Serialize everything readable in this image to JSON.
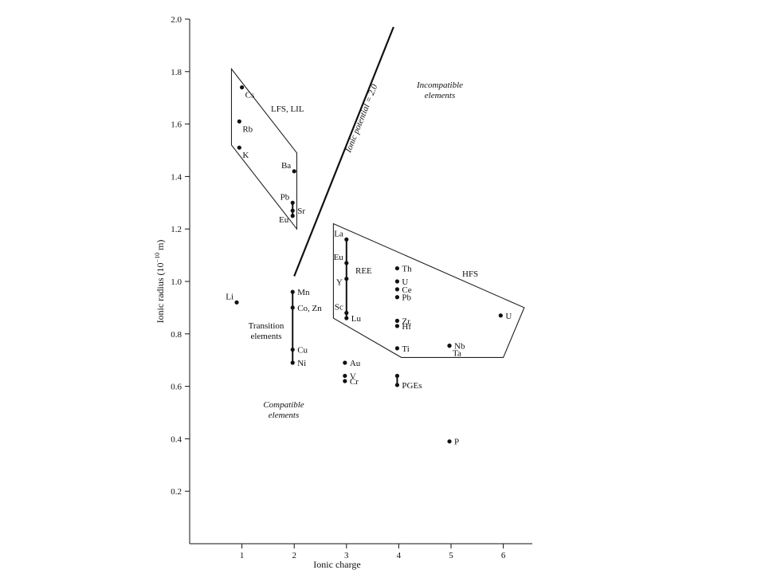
{
  "chart_data": {
    "type": "scatter",
    "title": "",
    "xlabel": "Ionic charge",
    "ylabel_main": "Ionic radius (10",
    "ylabel_exp": "−10",
    "ylabel_tail": " m)",
    "xlim": [
      0,
      6.5
    ],
    "ylim": [
      0,
      2.0
    ],
    "xticks": [
      1,
      2,
      3,
      4,
      5,
      6
    ],
    "yticks": [
      0.2,
      0.4,
      0.6,
      0.8,
      1.0,
      1.2,
      1.4,
      1.6,
      1.8,
      2.0
    ],
    "grid": false,
    "points": [
      {
        "label": "Cs",
        "x": 1,
        "y": 1.74,
        "label_side": "below-right"
      },
      {
        "label": "Rb",
        "x": 0.95,
        "y": 1.61,
        "label_side": "below-right"
      },
      {
        "label": "K",
        "x": 0.95,
        "y": 1.51,
        "label_side": "below-right"
      },
      {
        "label": "Ba",
        "x": 2.0,
        "y": 1.42,
        "label_side": "upper-left"
      },
      {
        "label": "Pb",
        "x": 1.97,
        "y": 1.3,
        "label_side": "upper-left"
      },
      {
        "label": "Sr",
        "x": 1.97,
        "y": 1.27,
        "label_side": "right"
      },
      {
        "label": "Eu",
        "x": 1.97,
        "y": 1.25,
        "label_side": "left"
      },
      {
        "label": "Li",
        "x": 0.9,
        "y": 0.92,
        "label_side": "upper-left"
      },
      {
        "label": "Mn",
        "x": 1.97,
        "y": 0.96,
        "label_side": "right"
      },
      {
        "label": "Co, Zn",
        "x": 1.97,
        "y": 0.9,
        "label_side": "right"
      },
      {
        "label": "Cu",
        "x": 1.97,
        "y": 0.74,
        "label_side": "right"
      },
      {
        "label": "Ni",
        "x": 1.97,
        "y": 0.69,
        "label_side": "right"
      },
      {
        "label": "La",
        "x": 3.0,
        "y": 1.16,
        "label_side": "upper-left"
      },
      {
        "label": "Eu",
        "x": 3.0,
        "y": 1.07,
        "label_side": "upper-left"
      },
      {
        "label": "Y",
        "x": 3.0,
        "y": 1.01,
        "label_side": "left"
      },
      {
        "label": "Sc",
        "x": 3.0,
        "y": 0.88,
        "label_side": "upper-left"
      },
      {
        "label": "Lu",
        "x": 3.0,
        "y": 0.86,
        "label_side": "right"
      },
      {
        "label": "Th",
        "x": 3.97,
        "y": 1.05,
        "label_side": "right"
      },
      {
        "label": "U",
        "x": 3.97,
        "y": 1.0,
        "label_side": "right"
      },
      {
        "label": "Ce",
        "x": 3.97,
        "y": 0.97,
        "label_side": "right"
      },
      {
        "label": "Pb",
        "x": 3.97,
        "y": 0.94,
        "label_side": "right"
      },
      {
        "label": "Zr",
        "x": 3.97,
        "y": 0.85,
        "label_side": "right"
      },
      {
        "label": "Hf",
        "x": 3.97,
        "y": 0.83,
        "label_side": "right"
      },
      {
        "label": "Ti",
        "x": 3.97,
        "y": 0.745,
        "label_side": "right"
      },
      {
        "label": "Au",
        "x": 2.97,
        "y": 0.69,
        "label_side": "right"
      },
      {
        "label": "V",
        "x": 2.97,
        "y": 0.64,
        "label_side": "right"
      },
      {
        "label": "Cr",
        "x": 2.97,
        "y": 0.62,
        "label_side": "right"
      },
      {
        "label": "",
        "x": 3.97,
        "y": 0.64,
        "label_side": "right"
      },
      {
        "label": "PGEs",
        "x": 3.97,
        "y": 0.605,
        "label_side": "right"
      },
      {
        "label": "Nb",
        "x": 4.97,
        "y": 0.755,
        "label_side": "right"
      },
      {
        "label": "Ta",
        "x": 4.97,
        "y": 0.755,
        "label_side": "below-right"
      },
      {
        "label": "U",
        "x": 5.95,
        "y": 0.87,
        "label_side": "right"
      },
      {
        "label": "P",
        "x": 4.97,
        "y": 0.39,
        "label_side": "right"
      }
    ],
    "vertical_links": [
      {
        "x": 1.97,
        "y": [
          1.3,
          1.25
        ]
      },
      {
        "x": 1.97,
        "y": [
          0.96,
          0.69
        ]
      },
      {
        "x": 3.0,
        "y": [
          1.16,
          0.86
        ]
      },
      {
        "x": 3.97,
        "y": [
          0.64,
          0.605
        ]
      }
    ],
    "regions": [
      {
        "name": "LFS, LIL",
        "vertices": [
          [
            0.8,
            1.81
          ],
          [
            2.05,
            1.49
          ],
          [
            2.05,
            1.2
          ],
          [
            0.8,
            1.52
          ]
        ]
      },
      {
        "name": "HFS",
        "vertices": [
          [
            2.75,
            1.22
          ],
          [
            6.4,
            0.9
          ],
          [
            6.0,
            0.71
          ],
          [
            4.05,
            0.71
          ],
          [
            2.75,
            0.86
          ]
        ]
      }
    ],
    "ionic_potential_line": {
      "label": "Ionic potential = 2.0",
      "from": [
        2.0,
        1.02
      ],
      "to": [
        3.9,
        1.97
      ]
    },
    "annotations": {
      "lfs_lil": "LFS, LIL",
      "hfs": "HFS",
      "ree": "REE",
      "transition_1": "Transition",
      "transition_2": "elements",
      "compatible_1": "Compatible",
      "compatible_2": "elements",
      "incompatible_1": "Incompatible",
      "incompatible_2": "elements"
    }
  }
}
